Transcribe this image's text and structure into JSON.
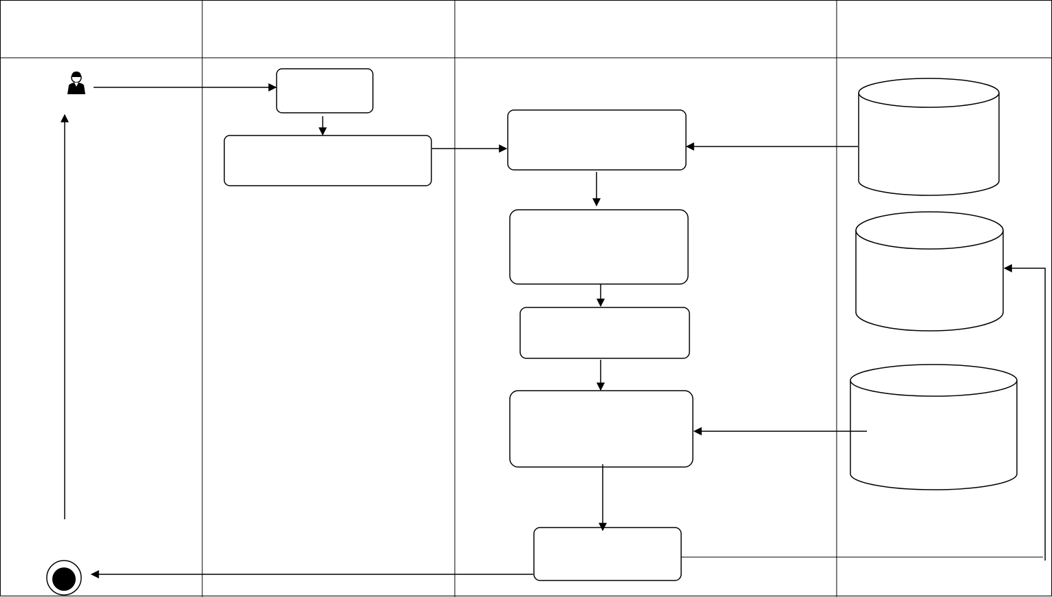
{
  "diagram": {
    "type": "swimlane-activity-diagram",
    "lanes": [
      {
        "id": "lane-1",
        "label": ""
      },
      {
        "id": "lane-2",
        "label": ""
      },
      {
        "id": "lane-3",
        "label": ""
      },
      {
        "id": "lane-4",
        "label": ""
      }
    ],
    "nodes": [
      {
        "id": "actor",
        "kind": "actor-icon",
        "label": ""
      },
      {
        "id": "box-a",
        "kind": "rounded-rect",
        "label": ""
      },
      {
        "id": "box-b",
        "kind": "rounded-rect",
        "label": ""
      },
      {
        "id": "box-c",
        "kind": "rounded-rect",
        "label": ""
      },
      {
        "id": "box-d",
        "kind": "rounded-rect",
        "label": ""
      },
      {
        "id": "box-e",
        "kind": "rounded-rect",
        "label": ""
      },
      {
        "id": "box-f",
        "kind": "rounded-rect",
        "label": ""
      },
      {
        "id": "box-g",
        "kind": "rounded-rect",
        "label": ""
      },
      {
        "id": "db-1",
        "kind": "database",
        "label": ""
      },
      {
        "id": "db-2",
        "kind": "database",
        "label": ""
      },
      {
        "id": "db-3",
        "kind": "database",
        "label": ""
      },
      {
        "id": "end",
        "kind": "final-node",
        "label": ""
      }
    ],
    "edges": [
      {
        "from": "actor",
        "to": "box-a"
      },
      {
        "from": "box-a",
        "to": "box-b"
      },
      {
        "from": "box-b",
        "to": "box-c"
      },
      {
        "from": "db-1",
        "to": "box-c"
      },
      {
        "from": "box-c",
        "to": "box-d"
      },
      {
        "from": "box-d",
        "to": "box-e"
      },
      {
        "from": "box-e",
        "to": "box-f"
      },
      {
        "from": "db-3",
        "to": "box-f"
      },
      {
        "from": "box-f",
        "to": "box-g"
      },
      {
        "from": "box-g",
        "to": "db-2"
      },
      {
        "from": "box-g",
        "to": "end"
      },
      {
        "from": "end",
        "to": "actor"
      }
    ]
  },
  "colors": {
    "stroke": "#000000",
    "fill": "#ffffff",
    "final_node": "#000000"
  }
}
